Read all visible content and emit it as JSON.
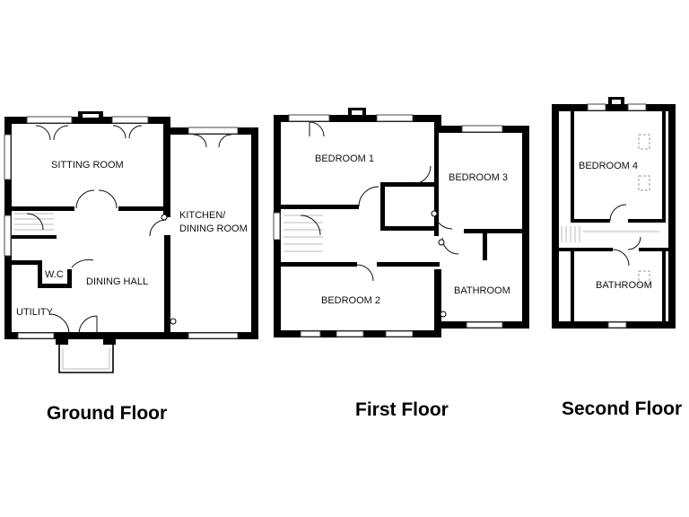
{
  "floors": {
    "ground": {
      "title": "Ground Floor",
      "rooms": {
        "sitting_room": "SITTING ROOM",
        "kitchen_line1": "KITCHEN/",
        "kitchen_line2": "DINING ROOM",
        "wc": "W.C",
        "dining_hall": "DINING HALL",
        "utility": "UTILITY"
      }
    },
    "first": {
      "title": "First Floor",
      "rooms": {
        "bedroom1": "BEDROOM 1",
        "bedroom3": "BEDROOM 3",
        "bedroom2": "BEDROOM 2",
        "bathroom": "BATHROOM"
      }
    },
    "second": {
      "title": "Second Floor",
      "rooms": {
        "bedroom4": "BEDROOM 4",
        "bathroom": "BATHROOM"
      }
    }
  },
  "colors": {
    "wall": "#000000",
    "background": "#ffffff"
  }
}
